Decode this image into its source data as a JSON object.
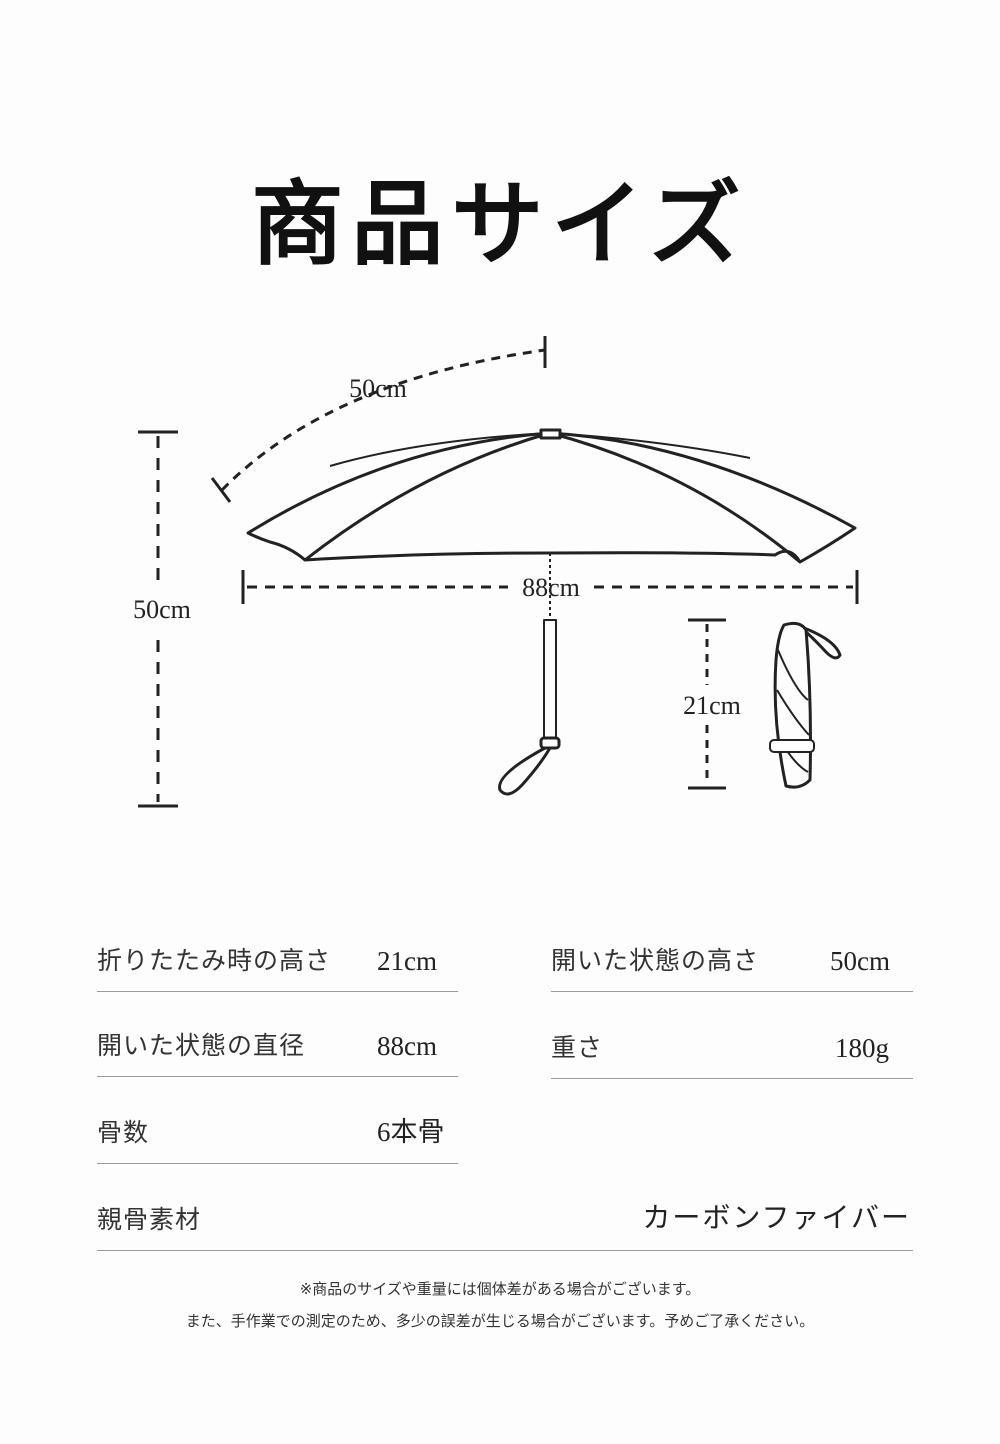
{
  "title": "商品サイズ",
  "diagram": {
    "canopy_arc_label": "50cm",
    "open_height_label": "50cm",
    "diameter_label": "88cm",
    "folded_height_label": "21cm"
  },
  "specs": [
    {
      "label": "折りたたみ時の高さ",
      "value": "21cm"
    },
    {
      "label": "開いた状態の高さ",
      "value": "50cm"
    },
    {
      "label": "開いた状態の直径",
      "value": "88cm"
    },
    {
      "label": "重さ",
      "value": "180g"
    },
    {
      "label": "骨数",
      "value": "6本骨"
    },
    {
      "label": "親骨素材",
      "value": "カーボンファイバー"
    }
  ],
  "notes": [
    "※商品のサイズや重量には個体差がある場合がございます。",
    "また、手作業での測定のため、多少の誤差が生じる場合がございます。予めご了承ください。"
  ]
}
